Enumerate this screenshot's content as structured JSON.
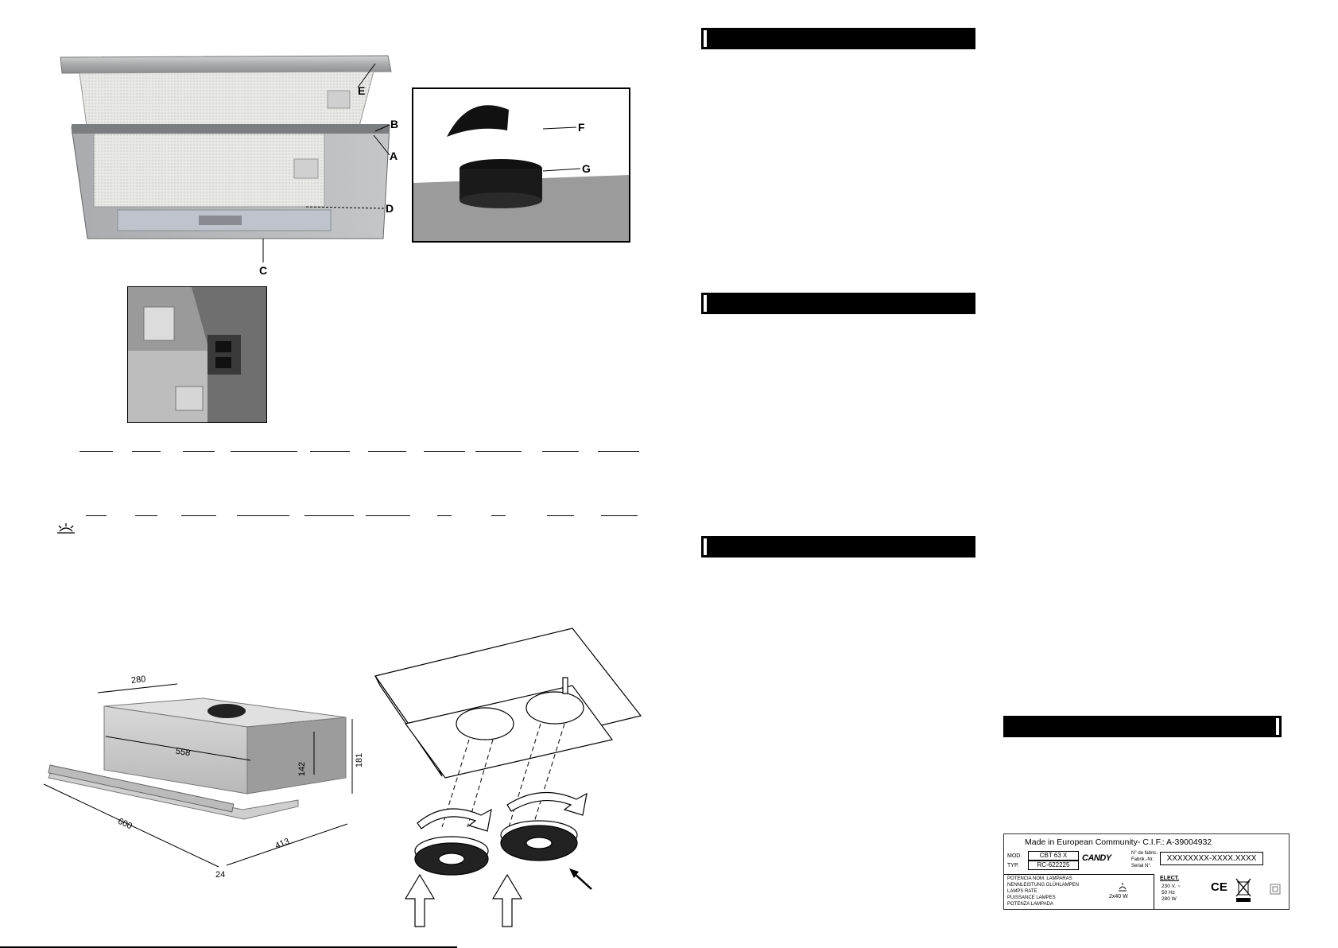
{
  "hood_photo": {
    "callouts": [
      "E",
      "B",
      "A",
      "D",
      "C"
    ]
  },
  "filter_photo": {
    "callouts": [
      "F",
      "G"
    ]
  },
  "dimensions": {
    "depth": "280",
    "width_inner": "558",
    "width": "600",
    "height_body": "142",
    "height_total": "181",
    "extended_depth": "413",
    "front_thickness": "24"
  },
  "rating_label": {
    "header": "Made in European Community- C.I.F.: A-39004932",
    "mod_label": "MOD.",
    "mod_value": "CBT 63 X",
    "typ_label": "TYP.",
    "typ_value": "RC-622225",
    "brand": "CANDY",
    "serial_labels": [
      "N° de fabric.",
      "Fabrik.-Nr.",
      "Serial N°."
    ],
    "serial_value": "XXXXXXXX-XXXX.XXXX",
    "lamp_labels": [
      "POTENCIA NOM. LAMPARAS",
      "NENNLEISTUNG GLÜHLAMPEN",
      "LAMPS RATE",
      "PUISSANCE LAMPES",
      "POTENZA LAMPADA"
    ],
    "lamp_value": "2x40 W",
    "elect_label": "ELECT.",
    "elect_values": [
      "230 V. ~",
      "50 Hz",
      "280 W"
    ],
    "ce_mark": "CE"
  }
}
